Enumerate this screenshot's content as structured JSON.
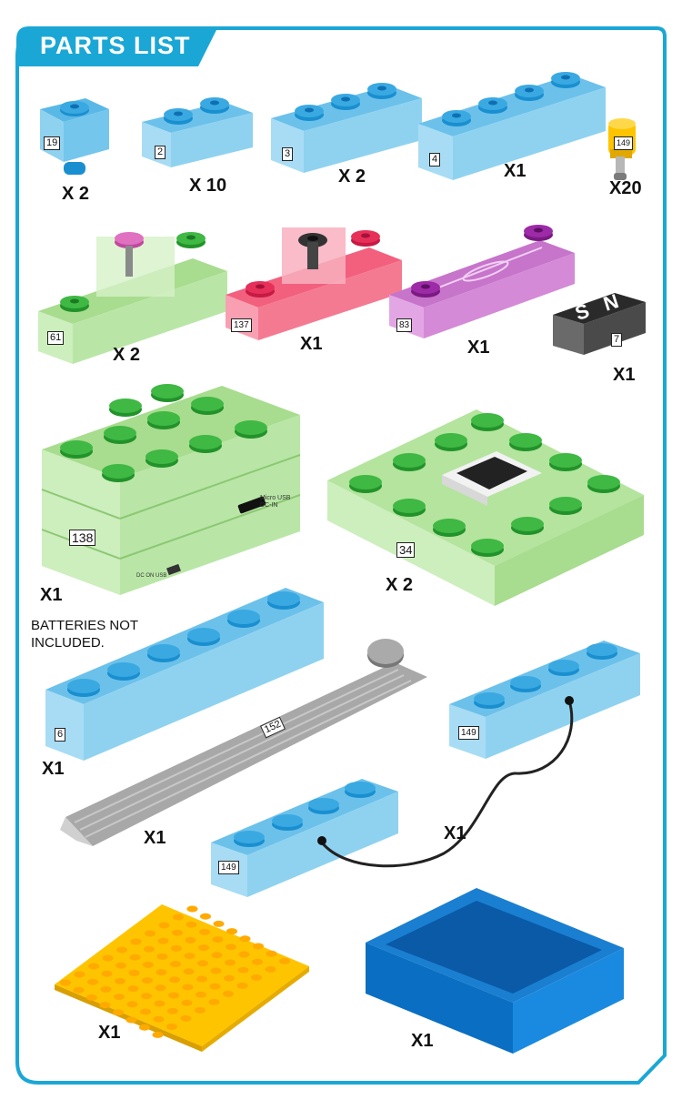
{
  "header": {
    "title": "PARTS LIST"
  },
  "note": {
    "text": "BATTERIES NOT INCLUDED."
  },
  "colors": {
    "frame": "#1aa7d6",
    "blue_brick": "#8fd2f0",
    "green_brick": "#b9e6a6",
    "red_brick": "#f47a92",
    "purple_brick": "#d48ad6",
    "yellow_plate": "#ffc400",
    "blue_tray": "#0a6fc2"
  },
  "parts": [
    {
      "id": "19",
      "qty": "X 2"
    },
    {
      "id": "2",
      "qty": "X 10"
    },
    {
      "id": "3",
      "qty": "X 2"
    },
    {
      "id": "4",
      "qty": "X1"
    },
    {
      "id": "149",
      "qty": "X20"
    },
    {
      "id": "61",
      "qty": "X 2"
    },
    {
      "id": "137",
      "qty": "X1"
    },
    {
      "id": "83",
      "qty": "X1"
    },
    {
      "id": "7",
      "qty": "X1"
    },
    {
      "id": "138",
      "qty": "X1"
    },
    {
      "id": "34",
      "qty": "X 2"
    },
    {
      "id": "6",
      "qty": "X1"
    },
    {
      "id": "152",
      "qty": "X1"
    },
    {
      "id": "149",
      "qty": "X1"
    },
    {
      "id": "",
      "qty": "X1"
    },
    {
      "id": "",
      "qty": "X1"
    }
  ],
  "battery_box_text": {
    "port": "Micro USB DC-IN",
    "switch": "DC ON USB"
  },
  "magnet_text": "S N"
}
